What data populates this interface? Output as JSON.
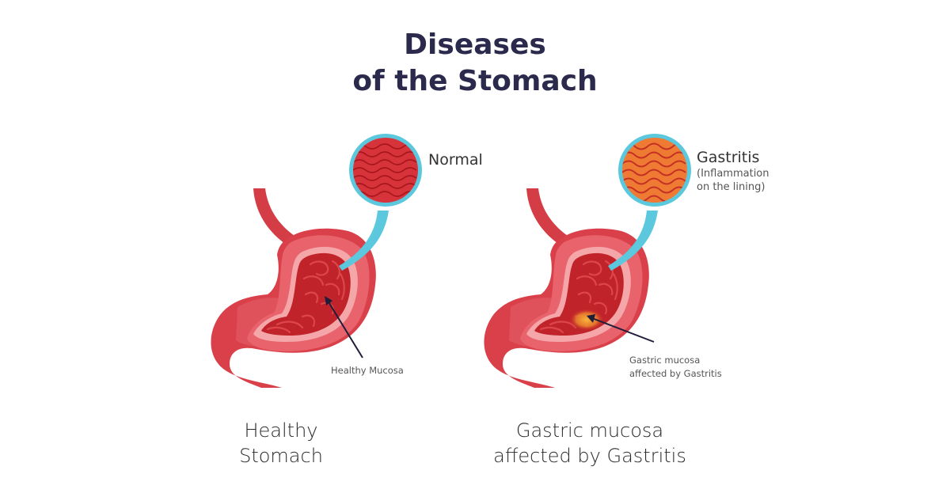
{
  "title": {
    "line1": "Diseases",
    "line2": "of the Stomach"
  },
  "colors": {
    "title": "#2b2a4c",
    "stomach_outer": "#d9404a",
    "stomach_wall": "#e8636b",
    "stomach_lining": "#f4a6a9",
    "mucosa": "#c0242a",
    "inflamed": "#f2a531",
    "callout_ring": "#5bc8dd",
    "arrow": "#1f1d3a"
  },
  "panels": [
    {
      "id": "healthy",
      "zoom_label": "Normal",
      "zoom_sublabel": "",
      "pointer_label": "Healthy Mucosa",
      "caption_line1": "Healthy",
      "caption_line2": "Stomach"
    },
    {
      "id": "gastritis",
      "zoom_label": "Gastritis",
      "zoom_sublabel_line1": "(Inflammation",
      "zoom_sublabel_line2": "on the lining)",
      "pointer_label_line1": "Gastric mucosa",
      "pointer_label_line2": "affected by Gastritis",
      "caption_line1": "Gastric mucosa",
      "caption_line2": "affected by Gastritis"
    }
  ]
}
